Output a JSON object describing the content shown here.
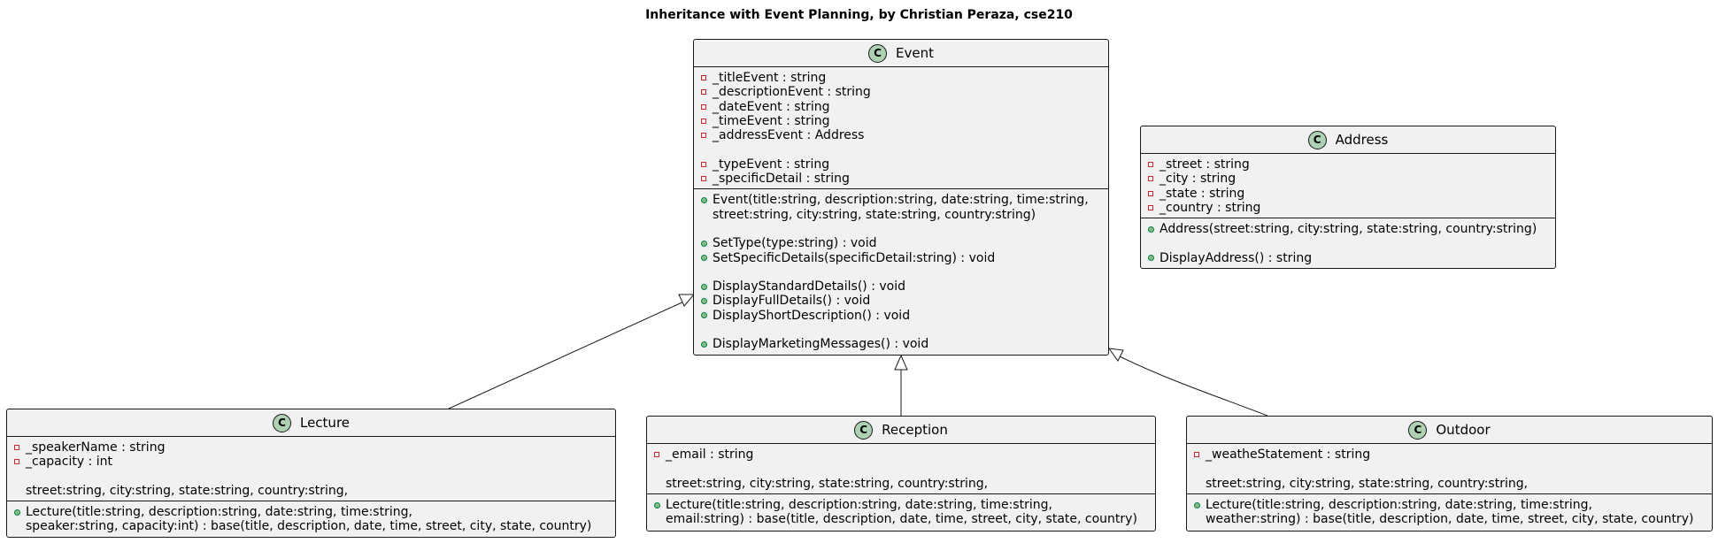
{
  "title": "Inheritance with Event Planning, by Christian Peraza, cse210",
  "classes": {
    "event": {
      "stereotype_glyph": "C",
      "name": "Event",
      "fields": [
        {
          "vis": "private",
          "text": "_titleEvent : string"
        },
        {
          "vis": "private",
          "text": "_descriptionEvent : string"
        },
        {
          "vis": "private",
          "text": "_dateEvent : string"
        },
        {
          "vis": "private",
          "text": "_timeEvent : string"
        },
        {
          "vis": "private",
          "text": "_addressEvent : Address"
        },
        {
          "vis": "blank",
          "text": ""
        },
        {
          "vis": "private",
          "text": "_typeEvent : string"
        },
        {
          "vis": "private",
          "text": "_specificDetail : string"
        }
      ],
      "methods": [
        {
          "vis": "public",
          "text": "Event(title:string, description:string, date:string, time:string,"
        },
        {
          "vis": "none",
          "text": "street:string, city:string, state:string, country:string)"
        },
        {
          "vis": "blank",
          "text": ""
        },
        {
          "vis": "public",
          "text": "SetType(type:string) : void"
        },
        {
          "vis": "public",
          "text": "SetSpecificDetails(specificDetail:string) : void"
        },
        {
          "vis": "blank",
          "text": ""
        },
        {
          "vis": "public",
          "text": "DisplayStandardDetails() : void"
        },
        {
          "vis": "public",
          "text": "DisplayFullDetails() : void"
        },
        {
          "vis": "public",
          "text": "DisplayShortDescription() : void"
        },
        {
          "vis": "blank",
          "text": ""
        },
        {
          "vis": "public",
          "text": "DisplayMarketingMessages() : void"
        }
      ]
    },
    "address": {
      "stereotype_glyph": "C",
      "name": "Address",
      "fields": [
        {
          "vis": "private",
          "text": "_street : string"
        },
        {
          "vis": "private",
          "text": "_city : string"
        },
        {
          "vis": "private",
          "text": "_state : string"
        },
        {
          "vis": "private",
          "text": "_country : string"
        }
      ],
      "methods": [
        {
          "vis": "public",
          "text": "Address(street:string, city:string, state:string, country:string)"
        },
        {
          "vis": "blank",
          "text": ""
        },
        {
          "vis": "public",
          "text": "DisplayAddress() : string"
        }
      ]
    },
    "lecture": {
      "stereotype_glyph": "C",
      "name": "Lecture",
      "fields": [
        {
          "vis": "private",
          "text": "_speakerName : string"
        },
        {
          "vis": "private",
          "text": "_capacity : int"
        },
        {
          "vis": "blank",
          "text": ""
        },
        {
          "vis": "none",
          "text": "street:string, city:string, state:string, country:string,"
        }
      ],
      "methods": [
        {
          "vis": "public",
          "text": "Lecture(title:string, description:string, date:string, time:string,"
        },
        {
          "vis": "none",
          "text": "speaker:string, capacity:int) : base(title, description, date, time, street, city, state, country)"
        }
      ]
    },
    "reception": {
      "stereotype_glyph": "C",
      "name": "Reception",
      "fields": [
        {
          "vis": "private",
          "text": "_email : string"
        },
        {
          "vis": "blank",
          "text": ""
        },
        {
          "vis": "none",
          "text": "street:string, city:string, state:string, country:string,"
        }
      ],
      "methods": [
        {
          "vis": "public",
          "text": "Lecture(title:string, description:string, date:string, time:string,"
        },
        {
          "vis": "none",
          "text": "email:string) : base(title, description, date, time, street, city, state, country)"
        }
      ]
    },
    "outdoor": {
      "stereotype_glyph": "C",
      "name": "Outdoor",
      "fields": [
        {
          "vis": "private",
          "text": "_weatheStatement : string"
        },
        {
          "vis": "blank",
          "text": ""
        },
        {
          "vis": "none",
          "text": "street:string, city:string, state:string, country:string,"
        }
      ],
      "methods": [
        {
          "vis": "public",
          "text": "Lecture(title:string, description:string, date:string, time:string,"
        },
        {
          "vis": "none",
          "text": "weather:string) : base(title, description, date, time, street, city, state, country)"
        }
      ]
    }
  },
  "relations": [
    {
      "type": "inheritance",
      "from": "Lecture",
      "to": "Event"
    },
    {
      "type": "inheritance",
      "from": "Reception",
      "to": "Event"
    },
    {
      "type": "inheritance",
      "from": "Outdoor",
      "to": "Event"
    }
  ]
}
